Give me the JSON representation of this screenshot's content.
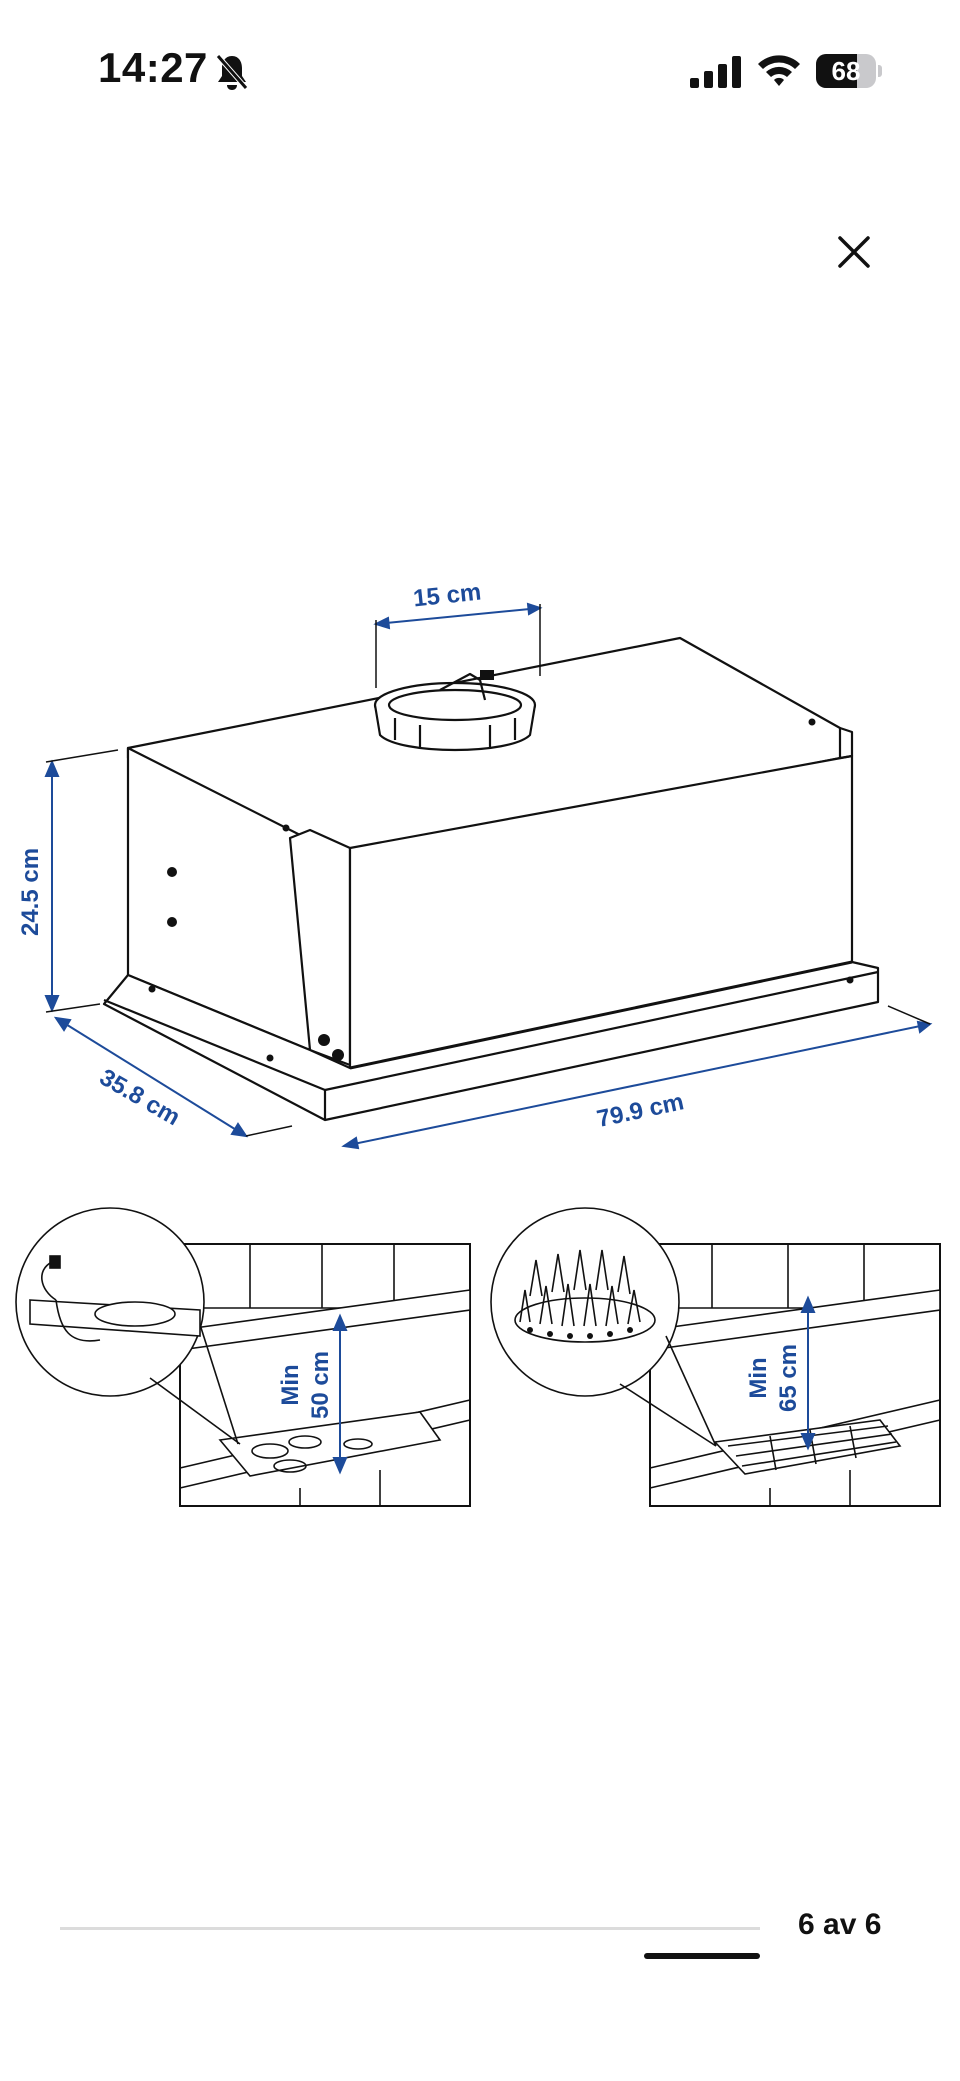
{
  "status_bar": {
    "time": "14:27",
    "battery_level": "68",
    "battery_fraction": 0.68,
    "icons": [
      "bell-slash-icon",
      "cellular-signal-icon",
      "wifi-icon",
      "battery-icon"
    ]
  },
  "viewer": {
    "close_icon": "close-icon"
  },
  "product_image": {
    "dimensions": {
      "width": "79.9 cm",
      "depth": "35.8 cm",
      "height": "24.5 cm",
      "duct": "15 cm"
    },
    "clearance_electric": {
      "line1": "Min",
      "line2": "50 cm"
    },
    "clearance_gas": {
      "line1": "Min",
      "line2": "65 cm"
    },
    "accent_color": "#1d4b9a"
  },
  "pagination": {
    "current": 6,
    "total": 6,
    "label": "6 av 6"
  }
}
